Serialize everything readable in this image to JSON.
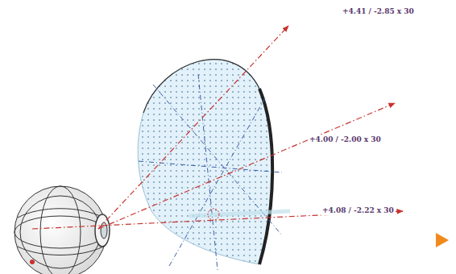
{
  "diagram": {
    "labels": [
      "+4.41 / -2.85 x 30",
      "+4.00 / -2.00 x 30",
      "+4.08 / -2.22 x 30"
    ]
  }
}
